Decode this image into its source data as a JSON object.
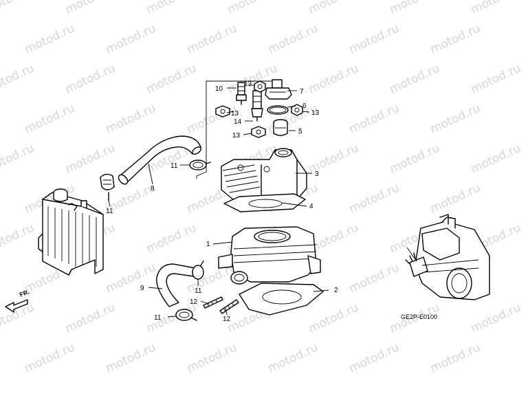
{
  "watermark": "motod.ru",
  "diagram_code": "GE2P-E0100",
  "front_marker": "FR.",
  "callouts": [
    {
      "id": "cylinder",
      "label": "1"
    },
    {
      "id": "cylinder-base-gasket",
      "label": "2"
    },
    {
      "id": "cylinder-head",
      "label": "3"
    },
    {
      "id": "head-gasket",
      "label": "4"
    },
    {
      "id": "thermostat",
      "label": "5"
    },
    {
      "id": "o-ring",
      "label": "6"
    },
    {
      "id": "thermostat-cover",
      "label": "7"
    },
    {
      "id": "upper-water-hose",
      "label": "8"
    },
    {
      "id": "lower-water-hose",
      "label": "9"
    },
    {
      "id": "spark-plug",
      "label": "10"
    },
    {
      "id": "hose-clamp-a",
      "label": "11"
    },
    {
      "id": "hose-clamp-b",
      "label": "11"
    },
    {
      "id": "hose-clamp-c",
      "label": "11"
    },
    {
      "id": "hose-clamp-d",
      "label": "11"
    },
    {
      "id": "stud-bolt-a",
      "label": "12"
    },
    {
      "id": "stud-bolt-b",
      "label": "12"
    },
    {
      "id": "nut-a",
      "label": "13"
    },
    {
      "id": "nut-b",
      "label": "13"
    },
    {
      "id": "nut-c",
      "label": "13"
    },
    {
      "id": "nut-d",
      "label": "13"
    },
    {
      "id": "stud-14",
      "label": "14"
    }
  ]
}
